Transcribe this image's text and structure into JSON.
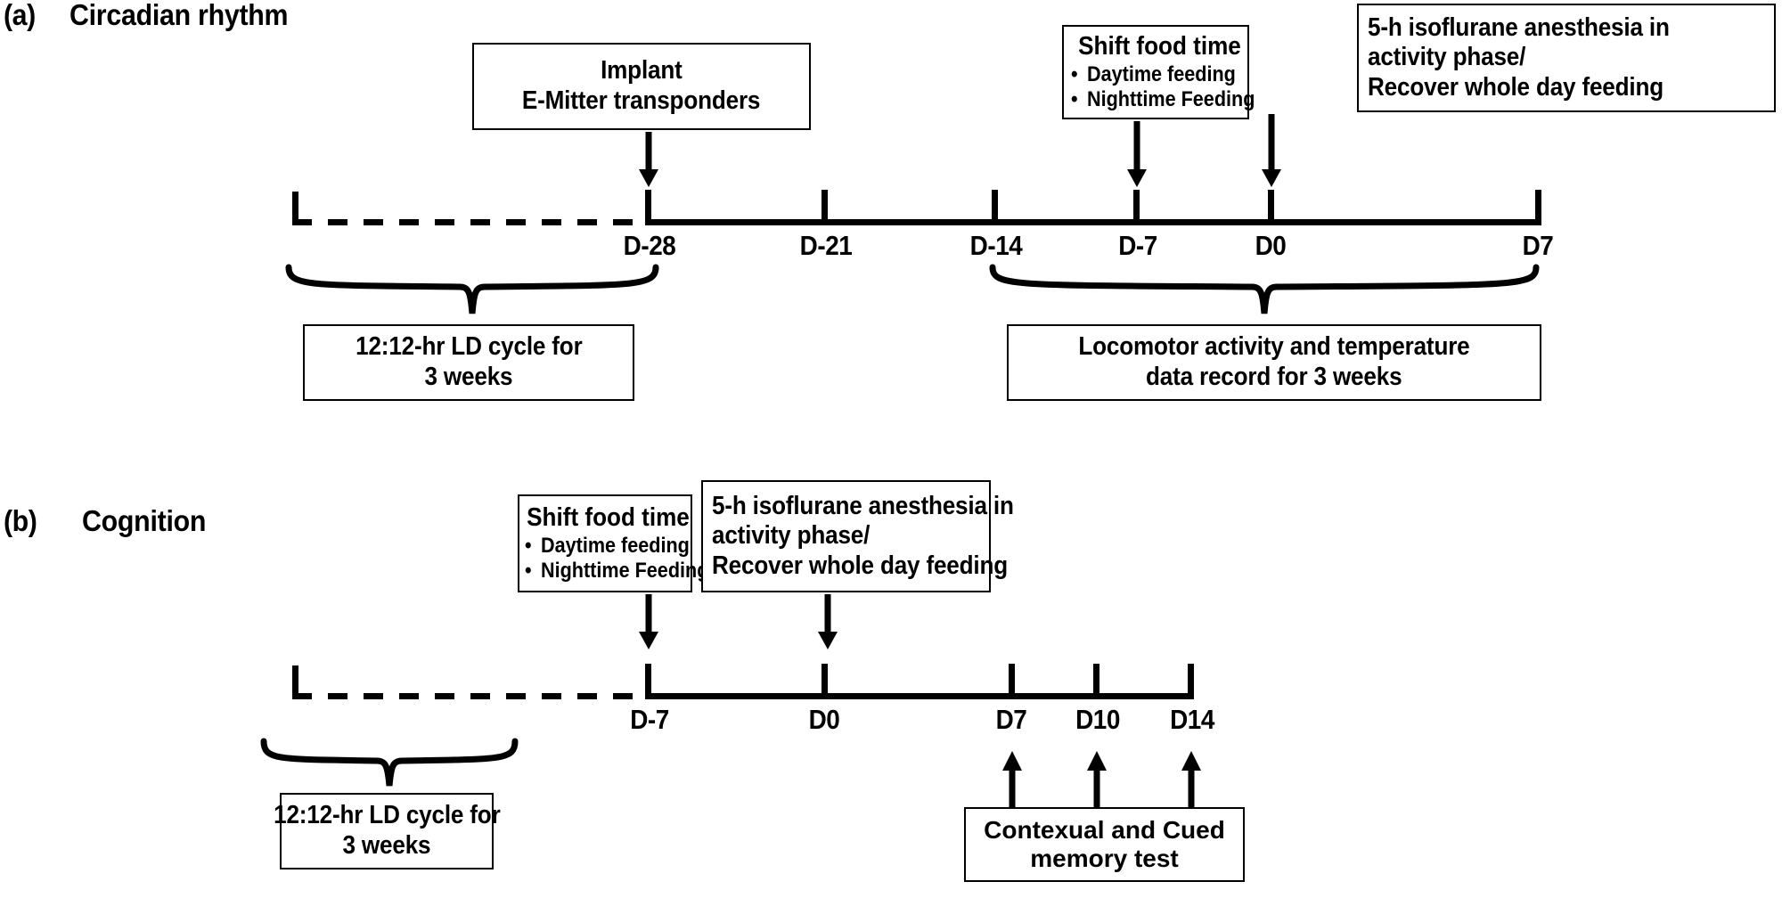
{
  "figure": {
    "background": "#ffffff",
    "ink": "#000000"
  },
  "panels": [
    {
      "tag": "(a)",
      "title": "Circadian rhythm",
      "timeline": {
        "tick_labels": [
          "D-28",
          "D-21",
          "D-14",
          "D-7",
          "D0",
          "D7"
        ],
        "lead_in_style": "dashed"
      },
      "callout_boxes": [
        {
          "name": "implant-box",
          "lines": [
            "Implant",
            "E-Mitter transponders"
          ]
        },
        {
          "name": "shift-food-time-box",
          "title": "Shift  food time",
          "bullets": [
            "Daytime feeding",
            "Nighttime Feeding"
          ],
          "bullet_glyph": "•"
        },
        {
          "name": "anesthesia-box",
          "lines": [
            "5-h isoflurane anesthesia in",
            "activity phase/",
            "Recover whole day feeding"
          ]
        }
      ],
      "brace_boxes": [
        {
          "name": "ld-cycle-box",
          "lines": [
            "12:12-hr LD cycle for",
            "3 weeks"
          ]
        },
        {
          "name": "locomotor-record-box",
          "lines": [
            "Locomotor activity and temperature",
            "data record for 3 weeks"
          ]
        }
      ]
    },
    {
      "tag": "(b)",
      "title": "Cognition",
      "timeline": {
        "tick_labels": [
          "D-7",
          "D0",
          "D7",
          "D10",
          "D14"
        ],
        "lead_in_style": "dashed"
      },
      "callout_boxes": [
        {
          "name": "shift-food-time-box",
          "title": "Shift  food time",
          "bullets": [
            "Daytime feeding",
            "Nighttime Feeding"
          ],
          "bullet_glyph": "•"
        },
        {
          "name": "anesthesia-box",
          "lines": [
            "5-h isoflurane anesthesia in",
            "activity phase/",
            "Recover whole day feeding"
          ]
        }
      ],
      "brace_boxes": [
        {
          "name": "ld-cycle-box",
          "lines": [
            "12:12-hr LD cycle for",
            "3 weeks"
          ]
        }
      ],
      "bottom_boxes": [
        {
          "name": "memory-test-box",
          "lines": [
            "Contexual  and  Cued",
            "memory test"
          ]
        }
      ]
    }
  ]
}
